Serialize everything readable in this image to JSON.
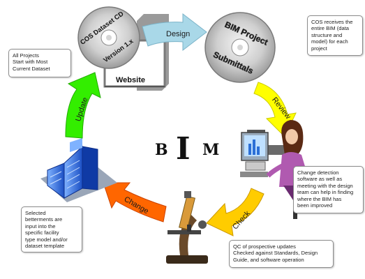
{
  "center": {
    "b": "B",
    "i": "I",
    "m": "M"
  },
  "cd_disc": {
    "line1": "COS Dataset CD",
    "line2": "Version 1.x"
  },
  "website_label": "Website",
  "bim_disc": {
    "line1": "BIM Project",
    "line2": "Submittals"
  },
  "arrows": {
    "design": "Design",
    "review": "Review",
    "check": "Check",
    "change": "Change",
    "update": "Update"
  },
  "callouts": {
    "projects": [
      "All Projects",
      "Start with Most",
      "Current Dataset"
    ],
    "receives": [
      "COS receives the",
      "entire BIM (data",
      "structure and",
      "model) for each",
      "project"
    ],
    "detection": [
      "Change detection",
      "software as well as",
      "meeting with the design",
      "team can help in finding",
      "where the BIM has",
      "been improved"
    ],
    "qc": [
      "QC of prospective updates",
      "Checked against Standards, Design",
      "Guide, and software operation"
    ],
    "betterments": [
      "Selected",
      "betterments are",
      "input into the",
      "specific facility",
      "type model and/or",
      "dataset template"
    ]
  },
  "colors": {
    "design_arrow": "#a9d8e8",
    "review_arrow": "#ffff00",
    "check_arrow": "#ffcc00",
    "change_arrow": "#ff6600",
    "update_arrow": "#33ee00",
    "disc": "#c8c8c8",
    "callout_border": "#8c8c8c"
  },
  "icons": {
    "cd": "cd-disc-icon",
    "bim": "bim-disc-icon",
    "worker": "computer-worker-icon",
    "microscope": "microscope-icon",
    "building": "building-icon"
  }
}
